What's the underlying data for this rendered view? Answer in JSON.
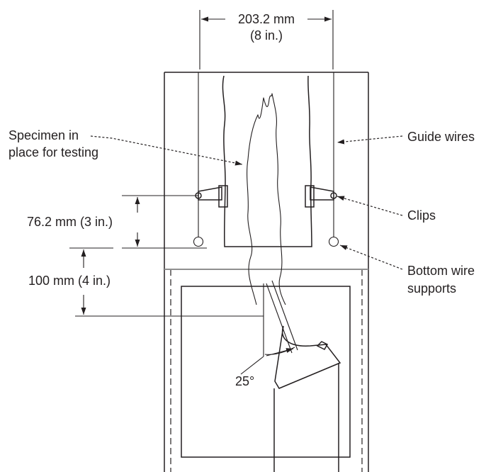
{
  "labels": {
    "width_mm": "203.2 mm",
    "width_in": "(8 in.)",
    "specimen_line1": "Specimen in",
    "specimen_line2": "place for testing",
    "guide_wires": "Guide wires",
    "clips": "Clips",
    "dim_762": "76.2 mm (3 in.)",
    "dim_100": "100 mm (4 in.)",
    "bottom_line1": "Bottom wire",
    "bottom_line2": "supports",
    "angle": "25°"
  },
  "colors": {
    "ink": "#231f20",
    "divider": "#8f8f8f",
    "background": "#ffffff"
  }
}
